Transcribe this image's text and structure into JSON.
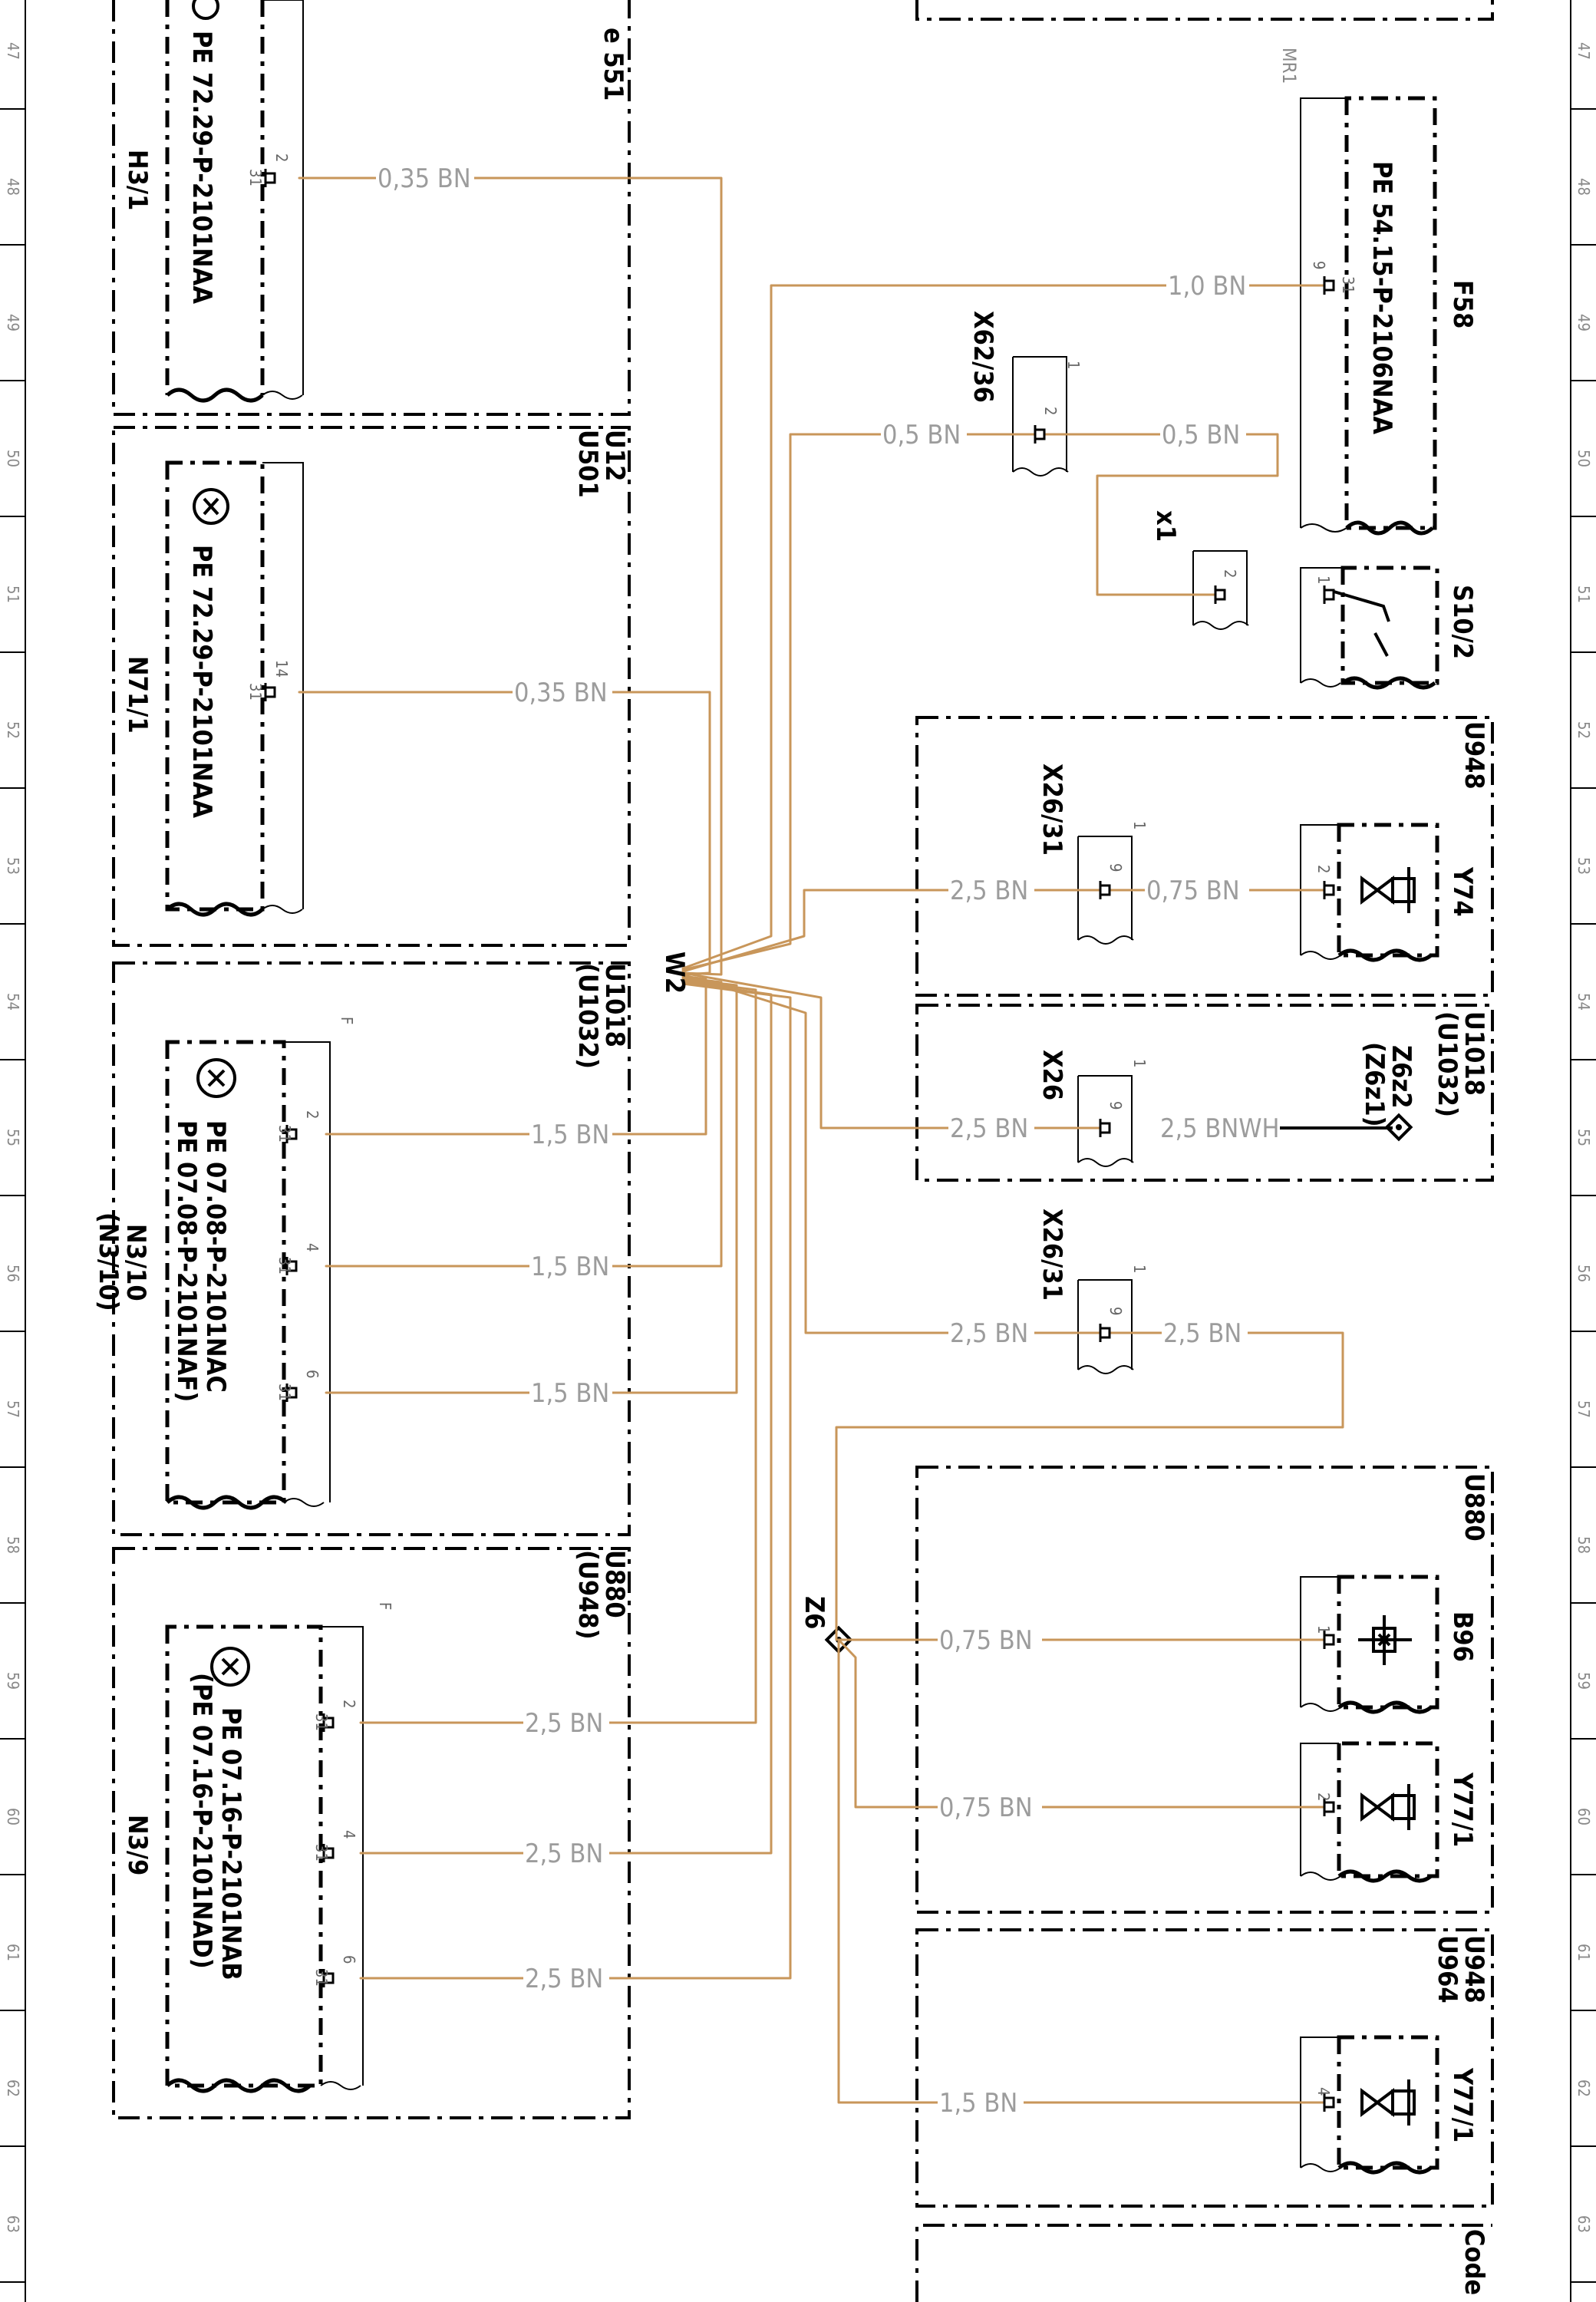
{
  "colors": {
    "wire": "#c8965a",
    "line": "#000000",
    "wire_label": "#9c9c9c"
  },
  "grid_numbers": [
    "47",
    "48",
    "49",
    "50",
    "51",
    "52",
    "53",
    "54",
    "55",
    "56",
    "57",
    "58",
    "59",
    "60",
    "61",
    "62",
    "63"
  ],
  "harness": "W2",
  "boxes": {
    "top_left_label": "e 551",
    "u12": "U12",
    "u501": "U501",
    "u1018": "U1018",
    "u1032": "(U1032)",
    "u880": "U880",
    "u948_paren": "(U948)",
    "r_u948": "U948",
    "r_u1018": "U1018",
    "r_u1032": "(U1032)",
    "r_u880": "U880",
    "r_u948b": "U948",
    "r_u964": "U964",
    "code": "Code"
  },
  "components": {
    "h3_1": {
      "id": "H3/1",
      "pe": "PE 72.29-P-2101NAA"
    },
    "n71_1": {
      "id": "N71/1",
      "pe": "PE 72.29-P-2101NAA"
    },
    "n3_10": {
      "id": "N3/10",
      "id2": "(N3/10)",
      "pe1": "PE 07.08-P-2101NAC",
      "pe2": "PE 07.08-P-2101NAF)"
    },
    "n3_9": {
      "id": "N3/9",
      "pe1": "PE 07.16-P-2101NAB",
      "pe2": "(PE 07.16-P-2101NAD)"
    },
    "f58": {
      "id": "F58",
      "pe": "PE 54.15-P-2106NAA",
      "mr": "MR1"
    },
    "s10_2": {
      "id": "S10/2"
    },
    "y74": {
      "id": "Y74"
    },
    "b96": {
      "id": "B96"
    },
    "y77_1a": {
      "id": "Y77/1"
    },
    "y77_1b": {
      "id": "Y77/1"
    },
    "z6z2": {
      "id": "Z6z2",
      "id2": "(Z6z1)"
    },
    "z6": {
      "id": "Z6"
    },
    "x62_36": {
      "id": "X62/36"
    },
    "x1": {
      "id": "x1"
    },
    "x26_31a": {
      "id": "X26/31"
    },
    "x26": {
      "id": "X26"
    },
    "x26_31b": {
      "id": "X26/31"
    }
  },
  "wire_labels": {
    "h3_1": "0,35 BN",
    "n71_1": "0,35 BN",
    "n3_10_1": "1,5 BN",
    "n3_10_2": "1,5 BN",
    "n3_10_3": "1,5 BN",
    "n3_9_1": "2,5 BN",
    "n3_9_2": "2,5 BN",
    "n3_9_3": "2,5 BN",
    "f58": "1,0 BN",
    "x62_left": "0,5 BN",
    "x62_right": "0,5 BN",
    "x26_31a_left": "2,5 BN",
    "x26_31a_right": "0,75 BN",
    "x26_left": "2,5 BN",
    "x26_right": "2,5 BNWH",
    "x26_31b_left": "2,5 BN",
    "x26_31b_right": "2,5 BN",
    "b96": "0,75 BN",
    "y77_1a": "0,75 BN",
    "y77_1b": "1,5 BN"
  },
  "pins": {
    "h3_1_a": "2",
    "h3_1_b": "31",
    "n71_1_a": "14",
    "n71_1_b": "31",
    "n3_10_1a": "2",
    "n3_10_1b": "31",
    "n3_10_2a": "4",
    "n3_10_2b": "31",
    "n3_10_3a": "6",
    "n3_10_3b": "31",
    "n3_9_1a": "2",
    "n3_9_1b": "31",
    "n3_9_2a": "4",
    "n3_9_2b": "31",
    "n3_9_3a": "6",
    "n3_9_3b": "31",
    "f58_a": "9",
    "f58_b": "31",
    "x62_top": "1",
    "x62_pin": "2",
    "x1_pin": "2",
    "s10_pin": "1",
    "x26_31a_top": "1",
    "x26_31a_pin": "9",
    "y74_pin": "2",
    "x26_top": "1",
    "x26_pin": "9",
    "x26_31b_top": "1",
    "x26_31b_pin": "9",
    "b96_pin": "1",
    "y77a_pin": "2",
    "y77b_pin": "4",
    "f_a": "F",
    "f_b": "F"
  }
}
